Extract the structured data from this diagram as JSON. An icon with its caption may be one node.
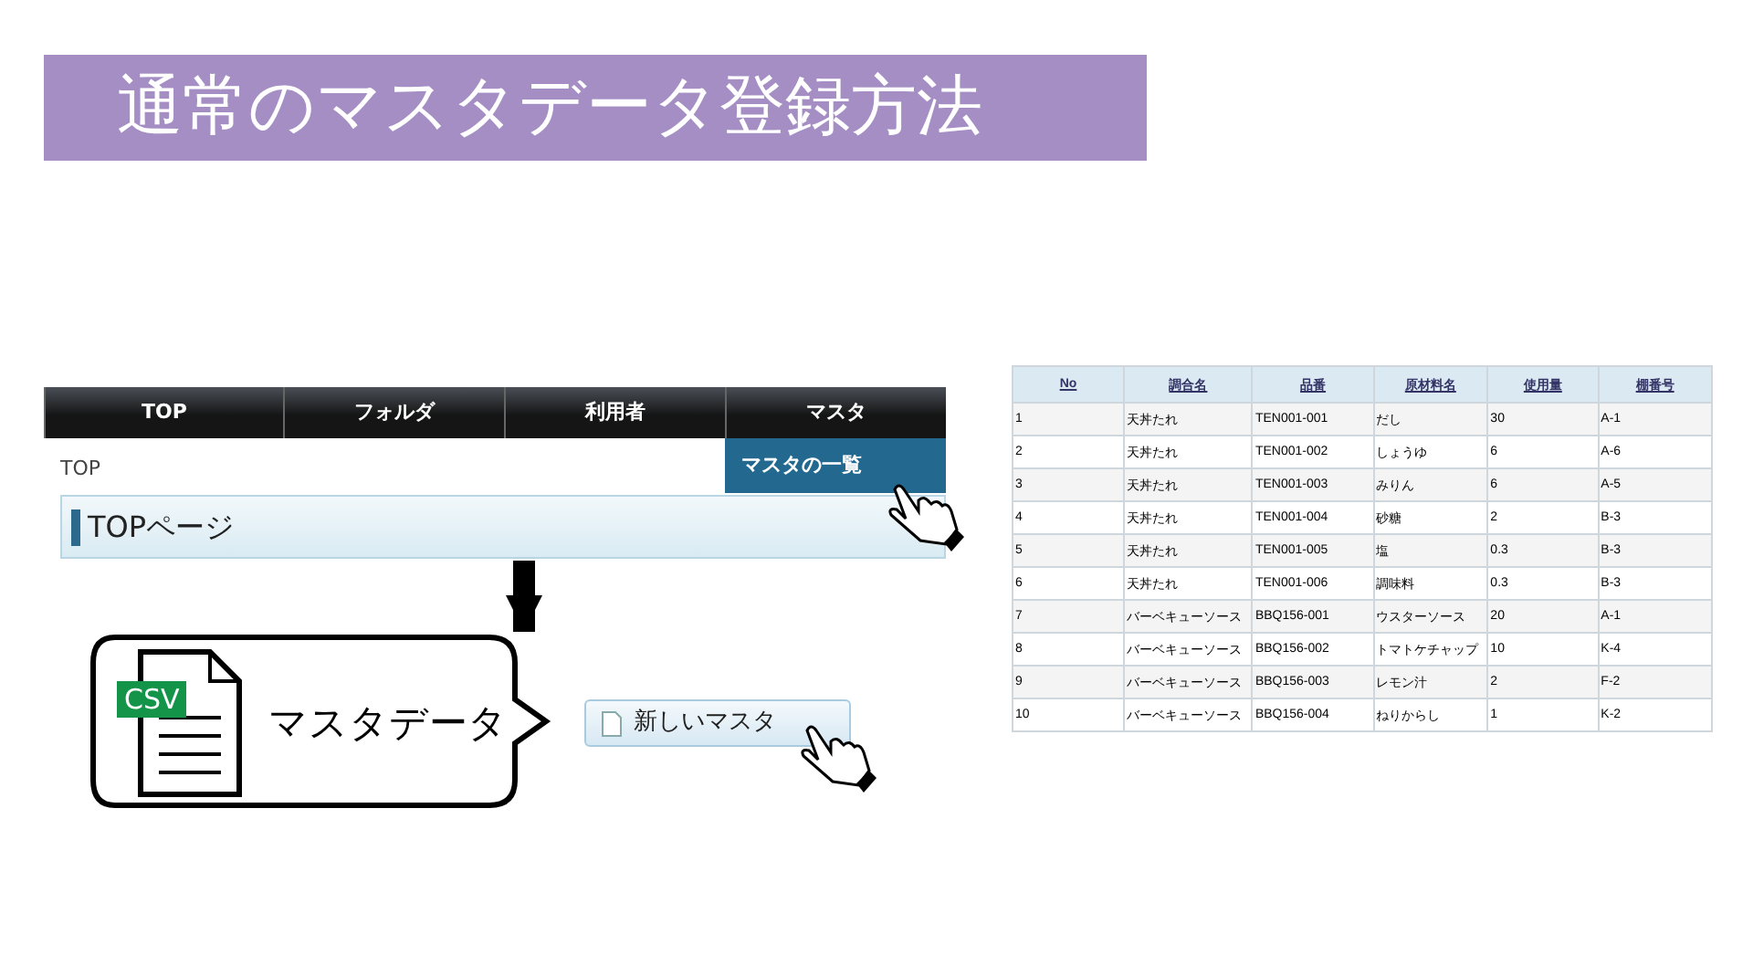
{
  "diagram": {
    "title": "通常のマスタデータ登録方法",
    "nodes": [
      {
        "text": [
          "TOPページ"
        ]
      },
      {
        "text": [
          "CSV",
          "マスタデータ"
        ]
      },
      {
        "text": [
          "新しいマスタ"
        ]
      }
    ],
    "edges": [
      {
        "from": 0,
        "to": 1,
        "arrow": "to"
      }
    ],
    "labels": [
      "TOP",
      "フォルダ",
      "利用者",
      "マスタ",
      "TOP",
      "マスタの一覧",
      "No",
      "調合名",
      "品番",
      "原材料名",
      "使用量",
      "棚番号",
      "1",
      "天丼たれ",
      "TEN001-001",
      "だし",
      "30",
      "A-1",
      "2",
      "天丼たれ",
      "TEN001-002",
      "しょうゆ",
      "6",
      "A-6",
      "3",
      "天丼たれ",
      "TEN001-003",
      "みりん",
      "6",
      "A-5",
      "4",
      "天丼たれ",
      "TEN001-004",
      "砂糖",
      "2",
      "B-3",
      "5",
      "天丼たれ",
      "TEN001-005",
      "塩",
      "0.3",
      "B-3",
      "6",
      "天丼たれ",
      "TEN001-006",
      "調味料",
      "0.3",
      "B-3",
      "7",
      "バーベキューソース",
      "BBQ156-001",
      "ウスターソース",
      "20",
      "A-1",
      "8",
      "バーベキューソース",
      "BBQ156-002",
      "トマトケチャップ",
      "10",
      "K-4",
      "9",
      "バーベキューソース",
      "BBQ156-003",
      "レモン汁",
      "2",
      "F-2",
      "10",
      "バーベキューソース",
      "BBQ156-004",
      "ねりからし",
      "1",
      "K-2"
    ]
  }
}
